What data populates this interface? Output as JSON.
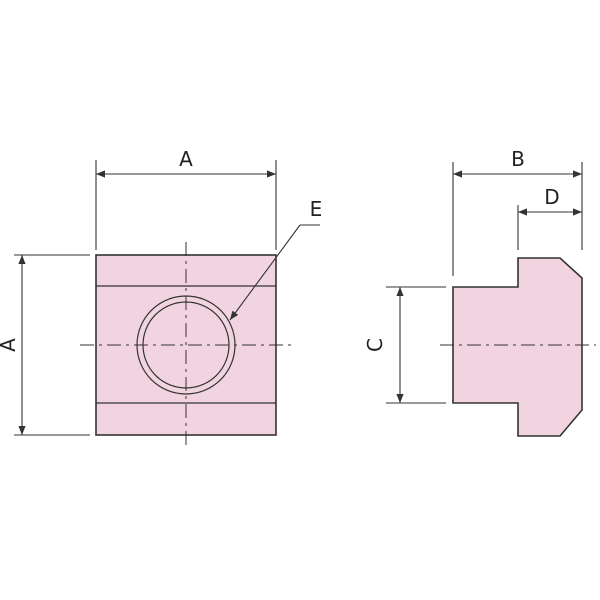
{
  "colors": {
    "part_fill": "#f2d4e0",
    "line": "#333333",
    "bore": "#ffffff"
  },
  "labels": {
    "dim_a_top": "A",
    "dim_a_left": "A",
    "dim_b": "B",
    "dim_c": "C",
    "dim_d": "D",
    "callout_e": "E"
  }
}
